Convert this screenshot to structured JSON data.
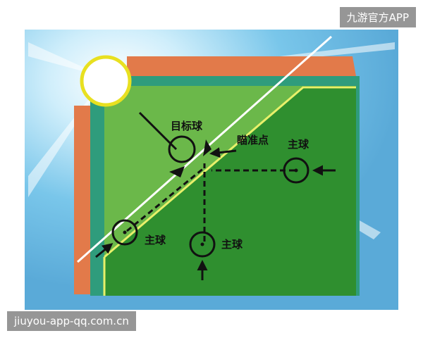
{
  "diagram": {
    "labels": {
      "target_ball": "目标球",
      "aim_point": "瞄准点",
      "cue_ball_right": "主球",
      "cue_ball_left": "主球",
      "cue_ball_bottom": "主球"
    }
  },
  "watermarks": {
    "top_right": "九游官方APP",
    "bottom_left": "jiuyou-app-qq.com.cn"
  },
  "colors": {
    "felt_dark": "#2f8f2f",
    "felt_light": "#6bb84a",
    "cushion_orange": "#e27a4a",
    "cushion_teal": "#2f9c7c",
    "sky_blue": "#6fc2e8",
    "aim_line": "#ffffff",
    "edge_yellow": "#e8f06a"
  }
}
